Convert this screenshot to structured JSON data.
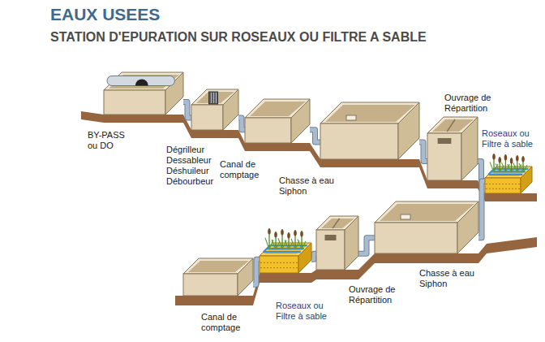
{
  "diagram": {
    "title": "EAUX USEES",
    "nodes": [
      {
        "text": [
          "BY-PASS ou DO"
        ]
      },
      {
        "text": [
          "Dégrilleur Dessableur Déshuileur Débourbeur"
        ]
      },
      {
        "text": [
          "Canal de comptage"
        ]
      },
      {
        "text": [
          "Chasse à eau Siphon"
        ]
      },
      {
        "text": [
          "Ouvrage de Répartition"
        ]
      },
      {
        "text": [
          "Roseaux ou Filtre à sable"
        ]
      },
      {
        "text": [
          "Chasse à eau Siphon"
        ]
      },
      {
        "text": [
          "Ouvrage de Répartition"
        ]
      },
      {
        "text": [
          "Roseaux ou Filtre à sable"
        ]
      },
      {
        "text": [
          "Canal de comptage"
        ]
      }
    ],
    "edges": [
      {
        "from": 0,
        "to": 1,
        "arrow": "none"
      },
      {
        "from": 1,
        "to": 2,
        "arrow": "none"
      },
      {
        "from": 2,
        "to": 3,
        "arrow": "none"
      },
      {
        "from": 3,
        "to": 4,
        "arrow": "none"
      },
      {
        "from": 4,
        "to": 5,
        "arrow": "none"
      },
      {
        "from": 5,
        "to": 6,
        "arrow": "none"
      },
      {
        "from": 6,
        "to": 7,
        "arrow": "none"
      },
      {
        "from": 7,
        "to": 8,
        "arrow": "none"
      },
      {
        "from": 8,
        "to": 9,
        "arrow": "none"
      }
    ],
    "labels": [
      "STATION D'EPURATION SUR ROSEAUX OU FILTRE A SABLE"
    ]
  }
}
